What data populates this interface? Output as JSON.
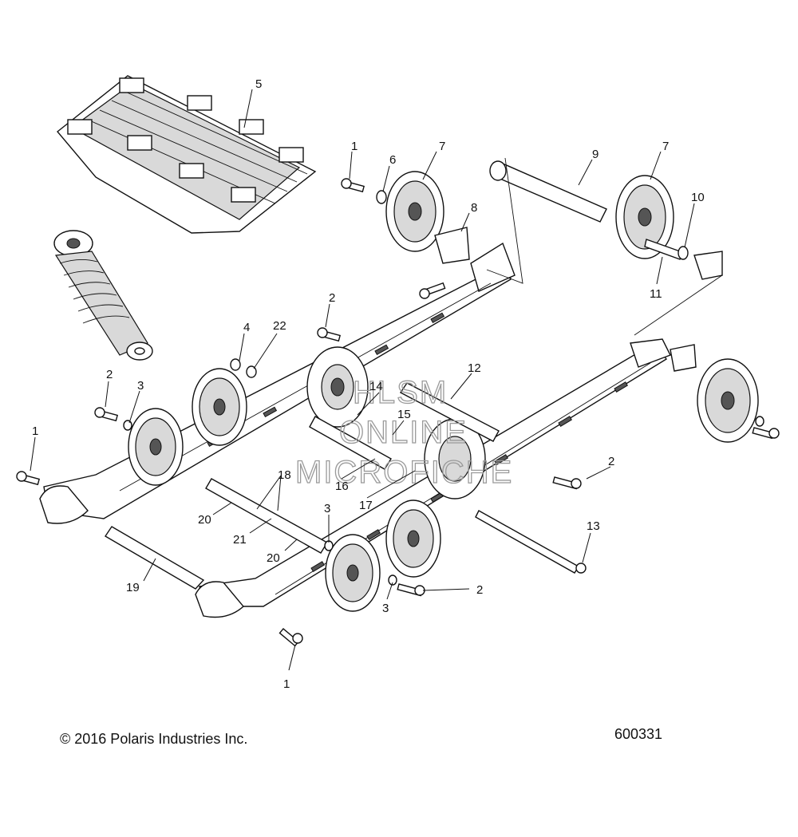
{
  "callouts": [
    {
      "label": "5"
    },
    {
      "label": "1"
    },
    {
      "label": "6"
    },
    {
      "label": "7"
    },
    {
      "label": "9"
    },
    {
      "label": "7"
    },
    {
      "label": "8"
    },
    {
      "label": "10"
    },
    {
      "label": "11"
    },
    {
      "label": "2"
    },
    {
      "label": "4"
    },
    {
      "label": "22"
    },
    {
      "label": "2"
    },
    {
      "label": "3"
    },
    {
      "label": "12"
    },
    {
      "label": "14"
    },
    {
      "label": "15"
    },
    {
      "label": "1"
    },
    {
      "label": "18"
    },
    {
      "label": "16"
    },
    {
      "label": "17"
    },
    {
      "label": "2"
    },
    {
      "label": "20"
    },
    {
      "label": "3"
    },
    {
      "label": "21"
    },
    {
      "label": "20"
    },
    {
      "label": "13"
    },
    {
      "label": "19"
    },
    {
      "label": "2"
    },
    {
      "label": "3"
    },
    {
      "label": "1"
    }
  ],
  "watermark": {
    "line1": "HLSM",
    "line2": "ONLINE",
    "line3": "MICROFICHE"
  },
  "footer": {
    "copyright": "© 2016 Polaris Industries Inc.",
    "figure_number": "600331"
  }
}
